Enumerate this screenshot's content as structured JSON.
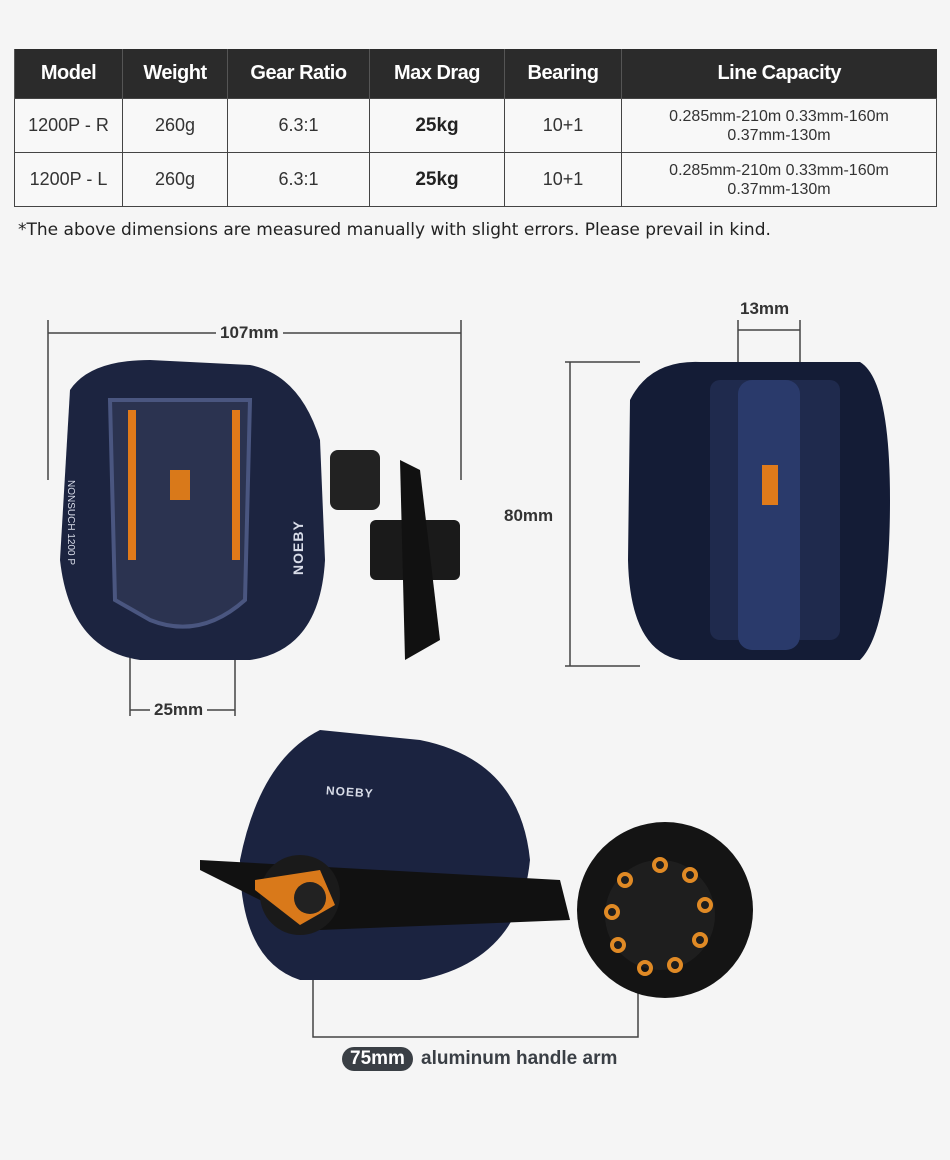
{
  "table": {
    "headers": [
      "Model",
      "Weight",
      "Gear Ratio",
      "Max Drag",
      "Bearing",
      "Line Capacity"
    ],
    "rows": [
      {
        "model": "1200P - R",
        "weight": "260g",
        "gear_ratio": "6.3:1",
        "max_drag": "25kg",
        "bearing": "10+1",
        "capacity_1": "0.285mm-210m 0.33mm-160m",
        "capacity_2": "0.37mm-130m"
      },
      {
        "model": "1200P - L",
        "weight": "260g",
        "gear_ratio": "6.3:1",
        "max_drag": "25kg",
        "bearing": "10+1",
        "capacity_1": "0.285mm-210m 0.33mm-160m",
        "capacity_2": "0.37mm-130m"
      }
    ]
  },
  "note": "*The above dimensions are measured manually with slight errors. Please prevail in kind.",
  "dimensions": {
    "width": "107mm",
    "spool": "25mm",
    "depth": "13mm",
    "height": "80mm",
    "handle": "75mm"
  },
  "caption": "aluminum handle arm",
  "brand": "NOEBY",
  "model_text": "NONSUCH 1200 P"
}
